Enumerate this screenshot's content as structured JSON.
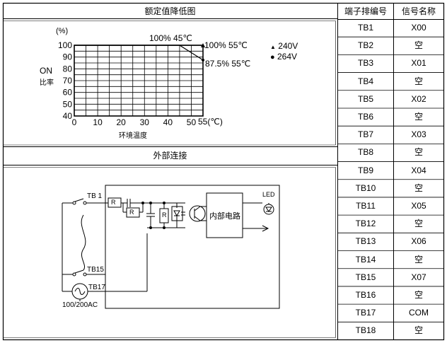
{
  "derating": {
    "title": "额定值降低图",
    "y_unit": "(%)",
    "y_label_line1": "ON",
    "y_label_line2": "比率",
    "x_label": "环境温度",
    "x_unit_tick": "55(℃)",
    "annotations": {
      "top": "100% 45℃",
      "right_top": "100% 55℃",
      "right_low": "87.5% 55℃"
    },
    "legend": {
      "v240": "240V",
      "v264": "264V"
    },
    "chart_data": {
      "type": "line",
      "x_ticks": [
        "0",
        "10",
        "20",
        "30",
        "40",
        "50"
      ],
      "y_ticks": [
        "40",
        "50",
        "60",
        "70",
        "80",
        "90",
        "100"
      ],
      "xlim": [
        0,
        55
      ],
      "ylim": [
        40,
        100
      ],
      "series": [
        {
          "name": "240V",
          "points": [
            [
              0,
              100
            ],
            [
              55,
              100
            ]
          ]
        },
        {
          "name": "264V",
          "points": [
            [
              0,
              100
            ],
            [
              45,
              100
            ],
            [
              55,
              87.5
            ]
          ]
        }
      ]
    }
  },
  "connection": {
    "title": "外部连接",
    "tb_top": "TB 1",
    "tb_mid": "TB15",
    "tb_bot": "TB17",
    "supply": "100/200AC",
    "r_label": "R",
    "internal": "内部电路",
    "led": "LED"
  },
  "table": {
    "headers": [
      "端子排编号",
      "信号名称"
    ],
    "rows": [
      [
        "TB1",
        "X00"
      ],
      [
        "TB2",
        "空"
      ],
      [
        "TB3",
        "X01"
      ],
      [
        "TB4",
        "空"
      ],
      [
        "TB5",
        "X02"
      ],
      [
        "TB6",
        "空"
      ],
      [
        "TB7",
        "X03"
      ],
      [
        "TB8",
        "空"
      ],
      [
        "TB9",
        "X04"
      ],
      [
        "TB10",
        "空"
      ],
      [
        "TB11",
        "X05"
      ],
      [
        "TB12",
        "空"
      ],
      [
        "TB13",
        "X06"
      ],
      [
        "TB14",
        "空"
      ],
      [
        "TB15",
        "X07"
      ],
      [
        "TB16",
        "空"
      ],
      [
        "TB17",
        "COM"
      ],
      [
        "TB18",
        "空"
      ]
    ]
  }
}
